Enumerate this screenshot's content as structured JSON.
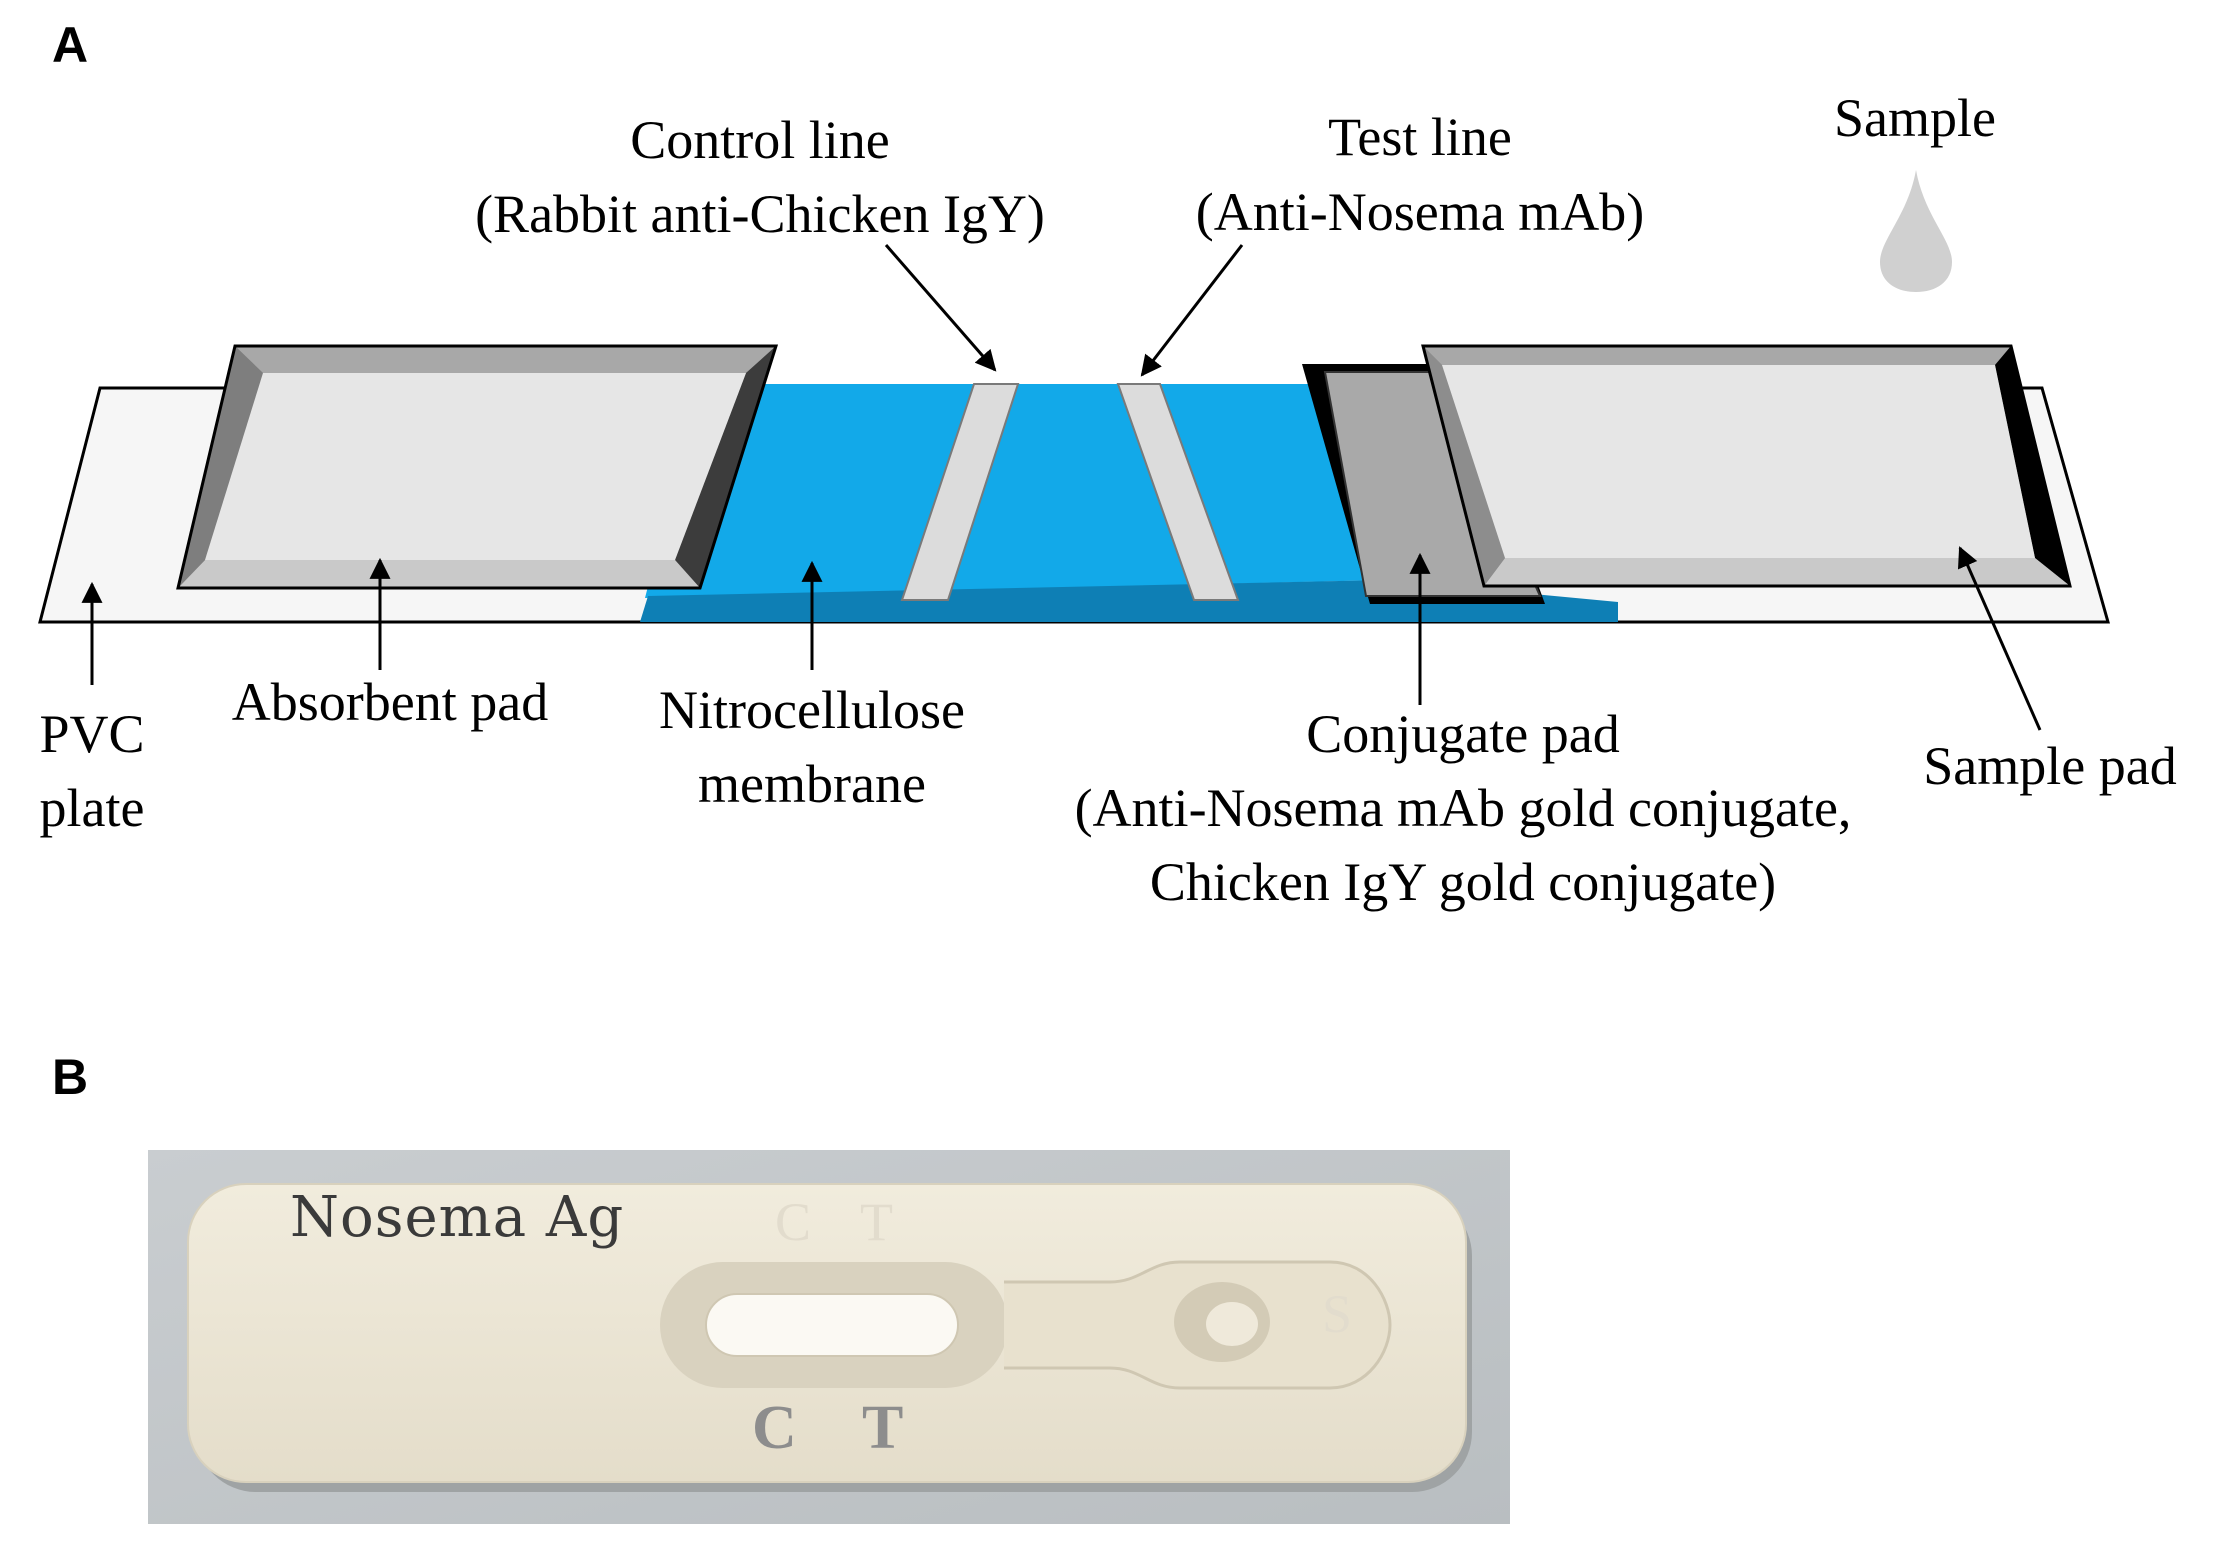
{
  "panels": {
    "a": "A",
    "b": "B"
  },
  "labels": {
    "sample": "Sample",
    "control_line": "Control line",
    "control_line_sub": "(Rabbit anti-Chicken IgY)",
    "test_line": "Test  line",
    "test_line_sub": "(Anti-Nosema mAb)",
    "pvc_1": "PVC",
    "pvc_2": "plate",
    "absorbent_pad": "Absorbent pad",
    "nitrocellulose_1": "Nitrocellulose",
    "nitrocellulose_2": "membrane",
    "conjugate_1": "Conjugate pad",
    "conjugate_2": "(Anti-Nosema mAb gold conjugate,",
    "conjugate_3": "Chicken IgY gold conjugate)",
    "sample_pad": "Sample pad"
  },
  "photo": {
    "brand": "Nosema Ag",
    "c_mark": "C",
    "t_mark": "T",
    "c_emboss": "C",
    "t_emboss": "T",
    "s_emboss": "S"
  },
  "colors": {
    "membrane": "#12a9e9",
    "membrane_edge": "#0e7fb5",
    "pad": "#e6e6e6",
    "conjugate_pad": "#a9a9a9",
    "cassette": "#ede7d6"
  }
}
